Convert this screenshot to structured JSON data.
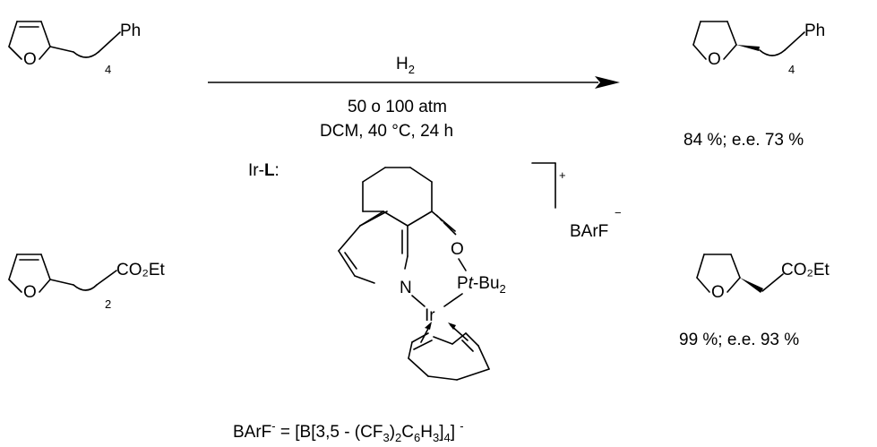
{
  "substrate_1": {
    "ph": "Ph",
    "o": "O",
    "n": "4"
  },
  "substrate_2": {
    "ester": "CO₂Et",
    "o": "O",
    "n": "2"
  },
  "product_1": {
    "ph": "Ph",
    "o": "O",
    "n": "4",
    "yield": "84 %; e.e. 73 %"
  },
  "product_2": {
    "ester": "CO₂Et",
    "o": "O",
    "yield": "99 %; e.e. 93 %"
  },
  "conditions": {
    "reagent": "H",
    "reagent_sub": "2",
    "pressure": "50 o 100 atm",
    "solvent_temp_time": "DCM, 40 °C, 24 h"
  },
  "catalyst": {
    "label_prefix": "Ir-",
    "label_bold": "L",
    "label_suffix": ":",
    "atom_o": "O",
    "atom_n": "N",
    "atom_ir": "Ir",
    "atom_p": "P",
    "phosphine_sub": "t",
    "phosphine_rest": "-Bu",
    "phosphine_sub_2": "2",
    "charge": "+",
    "counterion": "BArF",
    "counterion_charge": "−"
  },
  "footnote": {
    "lhs": "BArF",
    "lhs_sup": "-",
    "eq": " = [B[3,5 - (CF",
    "sub1": "3",
    "mid1": ")",
    "sub2": "2",
    "mid2": "C",
    "sub3": "6",
    "mid3": "H",
    "sub4": "3",
    "mid4": "]",
    "sub5": "4",
    "mid5": "] ",
    "sup_end": "-"
  }
}
